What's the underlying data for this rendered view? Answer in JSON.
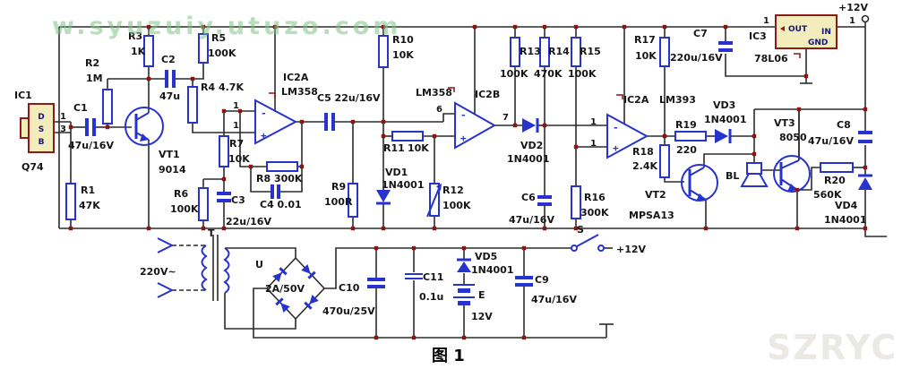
{
  "figure": {
    "caption": "图 1"
  },
  "watermarks": {
    "top": "w.syuzuiy.utuzo.com",
    "corner": "SZRYC"
  },
  "colors": {
    "background": "#ffffff",
    "wire": "#2b2b2b",
    "component_blue": "#2633cc",
    "junction_red": "#8b1515",
    "ic_fill": "#f2edbb",
    "ic_border": "#8b1a1a",
    "label_text": "#161616",
    "navy_text": "#15157a",
    "watermark_green": "#7fc487",
    "watermark_gray": "#ebe9e4"
  },
  "power": {
    "vcc_top": "+12V",
    "vcc_switch": "+12V",
    "mains": "220V~"
  },
  "sym": {
    "minus": "-",
    "plus": "+"
  },
  "components": {
    "ic1": {
      "ref": "IC1",
      "model": "Q74",
      "pin_d": "D",
      "pin_s": "S",
      "pin_b": "B",
      "pin1": "1",
      "pin3": "3"
    },
    "r1": {
      "ref": "R1",
      "val": "47K"
    },
    "r2": {
      "ref": "R2",
      "val": "1M"
    },
    "r3": {
      "ref": "R3",
      "val": "1K"
    },
    "r4": {
      "label": "R4 4.7K"
    },
    "r5": {
      "ref": "R5",
      "val": "100K"
    },
    "r6": {
      "ref": "R6",
      "val": "100K"
    },
    "r7": {
      "ref": "R7",
      "val": "10K"
    },
    "r8": {
      "label": "R8  300K"
    },
    "r9": {
      "ref": "R9",
      "val": "100R"
    },
    "r10": {
      "ref": "R10",
      "val": "10K"
    },
    "r11": {
      "ref": "R11",
      "val": "10K"
    },
    "r12": {
      "ref": "R12",
      "val": "100K"
    },
    "r13": {
      "ref": "R13",
      "val": "100K"
    },
    "r14": {
      "ref": "R14",
      "val": "470K"
    },
    "r15": {
      "ref": "R15",
      "val": "100K"
    },
    "r16": {
      "ref": "R16",
      "val": "300K"
    },
    "r17": {
      "ref": "R17",
      "val": "10K"
    },
    "r18": {
      "ref": "R18",
      "val": "2.4K"
    },
    "r19": {
      "ref": "R19",
      "val": "220"
    },
    "r20": {
      "ref": "R20",
      "val": "560K"
    },
    "c1": {
      "ref": "C1",
      "val": "47u/16V"
    },
    "c2": {
      "ref": "C2",
      "val": "47u"
    },
    "c3": {
      "ref": "C3",
      "val": "22u/16V"
    },
    "c4": {
      "label": "C4 0.01"
    },
    "c5": {
      "label": "C5 22u/16V"
    },
    "c6": {
      "ref": "C6",
      "val": "47u/16V"
    },
    "c7": {
      "ref": "C7",
      "val": "220u/16V"
    },
    "c8": {
      "ref": "C8",
      "val": "47u/16V"
    },
    "c9": {
      "ref": "C9",
      "val": "47u/16V"
    },
    "c10": {
      "ref": "C10",
      "val": "470u/25V"
    },
    "c11": {
      "ref": "C11",
      "val": "0.1u"
    },
    "vd1": {
      "ref": "VD1",
      "val": "1N4001"
    },
    "vd2": {
      "ref": "VD2",
      "val": "1N4001"
    },
    "vd3": {
      "ref": "VD3",
      "val": "1N4001"
    },
    "vd4": {
      "ref": "VD4",
      "val": "1N4001"
    },
    "vd5": {
      "ref": "VD5",
      "val": "1N4001"
    },
    "vt1": {
      "ref": "VT1",
      "val": "9014"
    },
    "vt2": {
      "ref": "VT2",
      "val": "MPSA13"
    },
    "vt3": {
      "ref": "VT3",
      "val": "8050"
    },
    "opamp1": {
      "ref": "IC2A",
      "model": "LM358",
      "pin_top": "1",
      "pin_bot": "1"
    },
    "opamp2": {
      "ref": "IC2B",
      "model": "LM358",
      "pin_in": "6",
      "pin_out": "7"
    },
    "opamp3": {
      "ref": "IC2A",
      "model": "LM393",
      "pin_top": "1",
      "pin_bot": "1"
    },
    "ic3": {
      "ref": "IC3",
      "model": "78L06",
      "out": "OUT",
      "in": "IN",
      "gnd": "GND",
      "pin_l": "1",
      "pin_r": "1"
    },
    "t": {
      "ref": "T"
    },
    "u": {
      "ref": "U",
      "val": "2A/50V"
    },
    "e": {
      "ref": "E",
      "val": "12V"
    },
    "bl": {
      "ref": "BL"
    },
    "s": {
      "ref": "S"
    }
  }
}
